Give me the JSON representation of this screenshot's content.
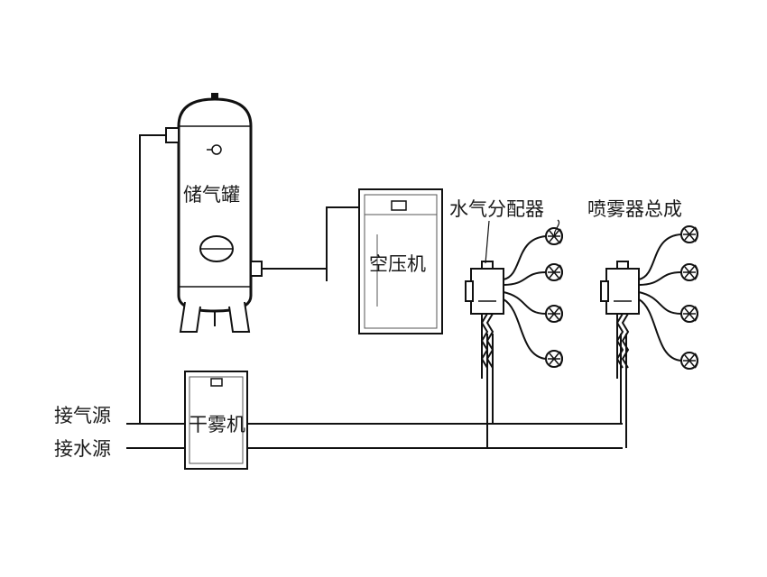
{
  "labels": {
    "tank": "储气罐",
    "compressor": "空压机",
    "dryer": "干雾机",
    "distributor": "水气分配器",
    "nozzle_assembly": "喷雾器总成",
    "air_source": "接气源",
    "water_source": "接水源"
  }
}
